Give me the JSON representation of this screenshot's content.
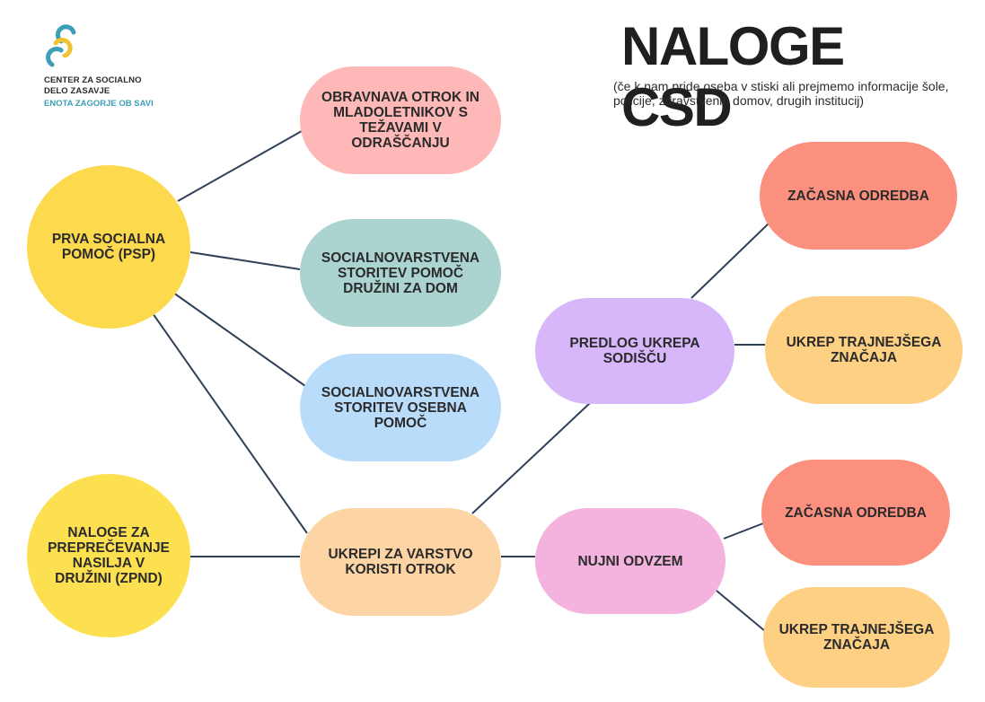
{
  "logo": {
    "line1": "CENTER ZA SOCIALNO",
    "line2": "DELO ZASAVJE",
    "line3": "ENOTA ZAGORJE OB SAVI",
    "colors": {
      "teal": "#3b9fb5",
      "yellow": "#f2c230"
    }
  },
  "header": {
    "title": "NALOGE CSD",
    "subtitle": "(če k nam pride oseba v stiski ali prejmemo informacije šole, policije, zdravstvenih domov, drugih institucij)"
  },
  "nodes": {
    "psp": {
      "label": "PRVA SOCIALNA POMOČ (PSP)",
      "color": "#fdd94e"
    },
    "zpnd": {
      "label": "NALOGE ZA PREPREČEVANJE NASILJA V DRUŽINI (ZPND)",
      "color": "#fde04f"
    },
    "otrok": {
      "label": "OBRAVNAVA OTROK IN MLADOLETNIKOV S TEŽAVAMI V ODRAŠČANJU",
      "color": "#feb8b8"
    },
    "dom": {
      "label": "SOCIALNOVARSTVENA STORITEV POMOČ DRUŽINI ZA DOM",
      "color": "#abd3d0"
    },
    "osebna": {
      "label": "SOCIALNOVARSTVENA STORITEV OSEBNA POMOČ",
      "color": "#b9dcfa"
    },
    "ukrepi": {
      "label": "UKREPI ZA VARSTVO KORISTI OTROK",
      "color": "#fdd4a3"
    },
    "predlog": {
      "label": "PREDLOG UKREPA SODIŠČU",
      "color": "#d7b7fa"
    },
    "odvzem": {
      "label": "NUJNI ODVZEM",
      "color": "#f3b3de"
    },
    "zac1": {
      "label": "ZAČASNA ODREDBA",
      "color": "#fc907e"
    },
    "traj1": {
      "label": "UKREP TRAJNEJŠEGA ZNAČAJA",
      "color": "#fdd083"
    },
    "zac2": {
      "label": "ZAČASNA ODREDBA",
      "color": "#fc907e"
    },
    "traj2": {
      "label": "UKREP TRAJNEJŠEGA ZNAČAJA",
      "color": "#fdd083"
    }
  },
  "edges": [
    [
      "psp",
      "otrok"
    ],
    [
      "psp",
      "dom"
    ],
    [
      "psp",
      "osebna"
    ],
    [
      "psp",
      "ukrepi"
    ],
    [
      "zpnd",
      "ukrepi"
    ],
    [
      "ukrepi",
      "predlog"
    ],
    [
      "ukrepi",
      "odvzem"
    ],
    [
      "predlog",
      "zac1"
    ],
    [
      "predlog",
      "traj1"
    ],
    [
      "odvzem",
      "zac2"
    ],
    [
      "odvzem",
      "traj2"
    ]
  ],
  "edge_color": "#2f4057"
}
